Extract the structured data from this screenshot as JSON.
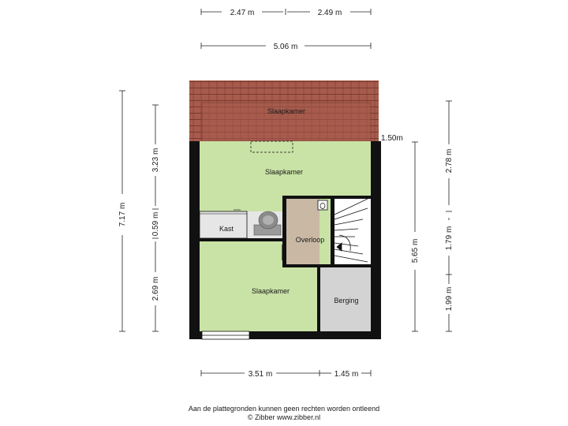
{
  "dimensions": {
    "top_left": "2.47 m",
    "top_right": "2.49 m",
    "top_total": "5.06 m",
    "left_total": "7.17 m",
    "left_upper": "3.23 m",
    "left_middle": "0.59 m",
    "left_lower": "2.69 m",
    "right_total": "5.65 m",
    "right_upper": "2.78 m",
    "right_middle": "1.79 m",
    "right_lower": "1.99 m",
    "bottom_left": "3.51 m",
    "bottom_right": "1.45 m",
    "roof_height": "1.50m"
  },
  "rooms": {
    "attic": "Slaapkamer",
    "bedroom_top": "Slaapkamer",
    "closet": "Kast",
    "landing": "Overloop",
    "bedroom_bottom": "Slaapkamer",
    "storage": "Berging"
  },
  "footer": {
    "disclaimer": "Aan de plattegronden kunnen geen rechten worden ontleend",
    "copyright": "© Zibber www.zibber.nl"
  },
  "colors": {
    "bedroom": "#c9e2a6",
    "landing": "#c9b8a4",
    "storage": "#d3d3d3",
    "roof": "#a0584a",
    "wall": "#111111"
  }
}
